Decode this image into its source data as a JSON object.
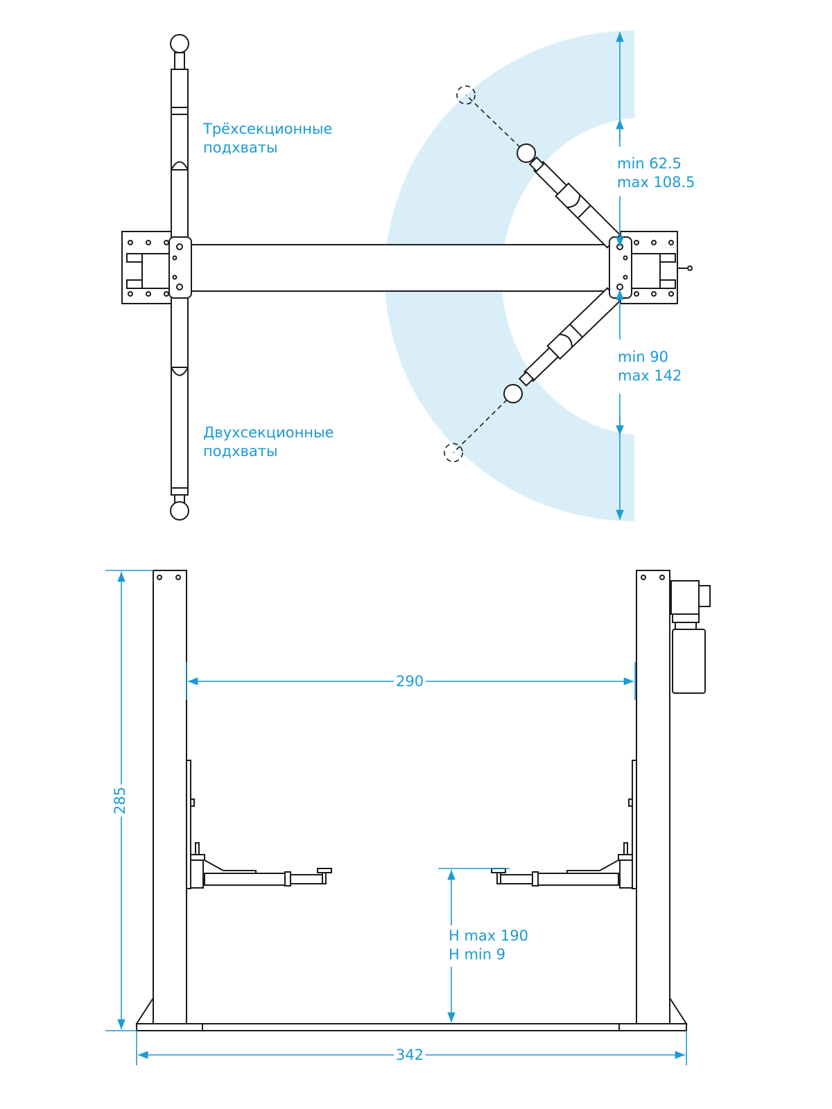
{
  "colors": {
    "accent": "#1a9ad6",
    "reach_zone": "#d9eef9",
    "line": "#1a1a1a"
  },
  "top_view": {
    "label_three_section": [
      "Трёхсекционные",
      "подхваты"
    ],
    "label_two_section": [
      "Двухсекционные",
      "подхваты"
    ],
    "upper_arm_range": [
      "min 62.5",
      "max 108.5"
    ],
    "lower_arm_range": [
      "min 90",
      "max 142"
    ]
  },
  "front_view": {
    "total_height": "285",
    "inner_width": "290",
    "total_width": "342",
    "lift_height": [
      "H max 190",
      "H min 9"
    ]
  }
}
